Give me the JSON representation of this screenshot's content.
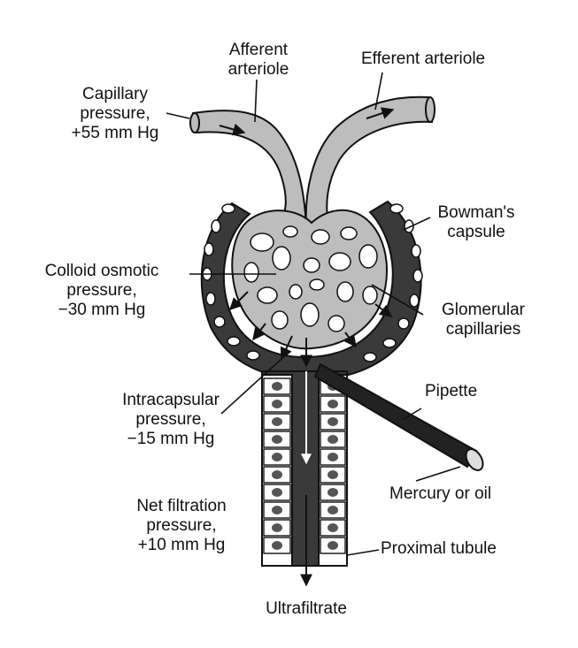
{
  "labels": {
    "afferent_arteriole": [
      "Afferent",
      "arteriole"
    ],
    "efferent_arteriole": [
      "Efferent arteriole"
    ],
    "capillary_pressure": [
      "Capillary",
      "pressure,",
      "+55 mm Hg"
    ],
    "bowmans_capsule": [
      "Bowman's",
      "capsule"
    ],
    "colloid_osmotic_pressure": [
      "Colloid osmotic",
      "pressure,",
      "−30 mm Hg"
    ],
    "glomerular_capillaries": [
      "Glomerular",
      "capillaries"
    ],
    "intracapsular_pressure": [
      "Intracapsular",
      "pressure,",
      "−15 mm Hg"
    ],
    "pipette": [
      "Pipette"
    ],
    "mercury_or_oil": [
      "Mercury or oil"
    ],
    "net_filtration_pressure": [
      "Net filtration",
      "pressure,",
      "+10 mm Hg"
    ],
    "proximal_tubule": [
      "Proximal tubule"
    ],
    "ultrafiltrate": [
      "Ultrafiltrate"
    ]
  },
  "colors": {
    "ink": "#111111",
    "vessel_fill": "#bdbdbd",
    "capsule_space": "#3a3a3a",
    "cell_fill": "#ffffff",
    "background": "#ffffff"
  }
}
